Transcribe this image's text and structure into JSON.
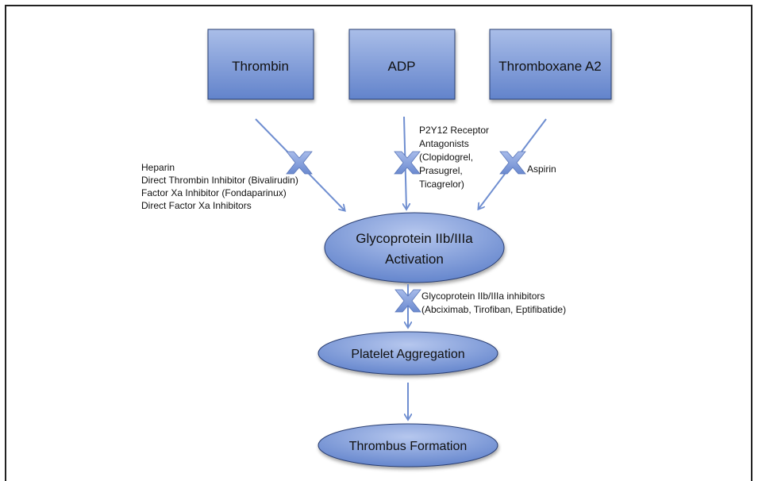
{
  "nodes": {
    "thrombin": "Thrombin",
    "adp": "ADP",
    "thromboxane": "Thromboxane A2",
    "gp_activation": [
      "Glycoprotein IIb/IIIa",
      "Activation"
    ],
    "platelet_aggregation": "Platelet Aggregation",
    "thrombus_formation": "Thrombus Formation"
  },
  "inhibitors": {
    "thrombin": [
      "Heparin",
      "Direct Thrombin Inhibitor (Bivalirudin)",
      "Factor Xa Inhibitor (Fondaparinux)",
      "Direct Factor Xa Inhibitors"
    ],
    "adp": [
      "P2Y12 Receptor",
      "Antagonists",
      "(Clopidogrel,",
      "Prasugrel,",
      "Ticagrelor)"
    ],
    "thromboxane": [
      "Aspirin"
    ],
    "gp": [
      "Glycoprotein IIb/IIIa inhibitors",
      "(Abciximab, Tirofiban, Eptifibatide)"
    ]
  },
  "colors": {
    "box_fill_top": "#8ea6dc",
    "box_fill_bottom": "#5f7fc6",
    "box_border": "#2c3f73",
    "arrow": "#6f8ed0",
    "block_mark": "#7f9bd8"
  }
}
